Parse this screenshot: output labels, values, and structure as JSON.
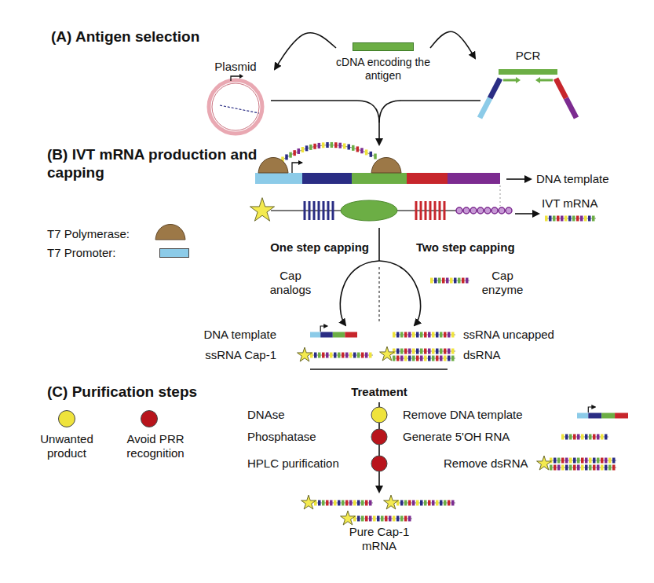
{
  "diagram": {
    "nodes": [
      {
        "text": [
          "cDNA encoding the antigen"
        ]
      },
      {
        "text": [
          "Plasmid"
        ]
      },
      {
        "text": [
          "PCR"
        ]
      }
    ],
    "edges": [
      {
        "from": 0,
        "to": 1,
        "arrow": "to"
      },
      {
        "from": 0,
        "to": 2,
        "arrow": "to"
      }
    ],
    "labels": [
      "(A) Antigen selection",
      "(B) IVT mRNA production and capping",
      "DNA template",
      "IVT mRNA",
      "One step capping",
      "Cap analogs",
      "Two step capping",
      "Cap enzyme",
      "DNA template",
      "ssRNA Cap-1",
      "ssRNA uncapped",
      "dsRNA",
      "(C) Purification steps",
      "Treatment",
      "DNAse",
      "Phosphatase",
      "HPLC purification",
      "Remove DNA template",
      "Generate 5'OH RNA",
      "Remove dsRNA",
      "Pure Cap-1 mRNA"
    ],
    "legend": [
      {
        "text": "T7 Polymerase:"
      },
      {
        "text": "T7 Promoter:",
        "color": "#8ccbe8"
      },
      {
        "text": "Unwanted product",
        "color": "#efe33c"
      },
      {
        "text": "Avoid PRR recognition",
        "color": "#b8141c"
      }
    ]
  }
}
